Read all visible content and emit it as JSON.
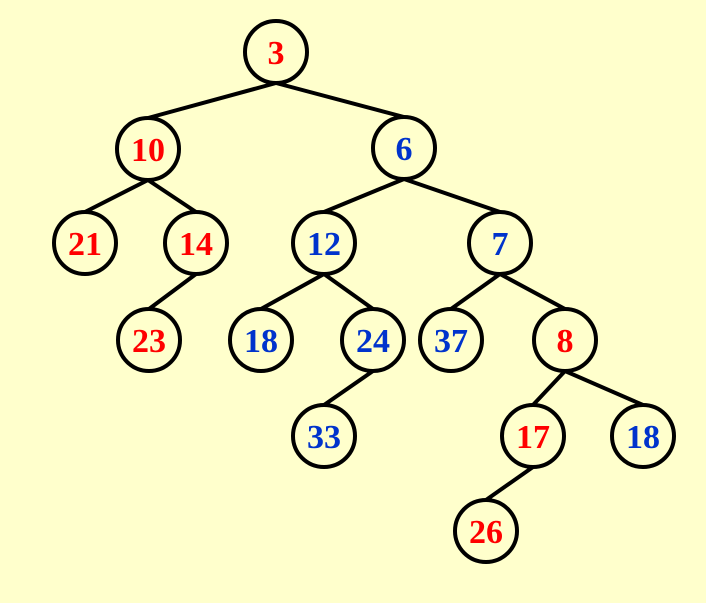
{
  "colors": {
    "background": "#FFFFCC",
    "red": "#FF0000",
    "blue": "#0033CC",
    "stroke": "#000000"
  },
  "tree": {
    "nodes": [
      {
        "id": "n3",
        "label": "3",
        "color": "red",
        "parent": null
      },
      {
        "id": "n10",
        "label": "10",
        "color": "red",
        "parent": "n3"
      },
      {
        "id": "n6",
        "label": "6",
        "color": "blue",
        "parent": "n3"
      },
      {
        "id": "n21",
        "label": "21",
        "color": "red",
        "parent": "n10"
      },
      {
        "id": "n14",
        "label": "14",
        "color": "red",
        "parent": "n10"
      },
      {
        "id": "n23",
        "label": "23",
        "color": "red",
        "parent": "n14"
      },
      {
        "id": "n12",
        "label": "12",
        "color": "blue",
        "parent": "n6"
      },
      {
        "id": "n7",
        "label": "7",
        "color": "blue",
        "parent": "n6"
      },
      {
        "id": "n18a",
        "label": "18",
        "color": "blue",
        "parent": "n12"
      },
      {
        "id": "n24",
        "label": "24",
        "color": "blue",
        "parent": "n12"
      },
      {
        "id": "n33",
        "label": "33",
        "color": "blue",
        "parent": "n24"
      },
      {
        "id": "n37",
        "label": "37",
        "color": "blue",
        "parent": "n7"
      },
      {
        "id": "n8",
        "label": "8",
        "color": "red",
        "parent": "n7"
      },
      {
        "id": "n17",
        "label": "17",
        "color": "red",
        "parent": "n8"
      },
      {
        "id": "n18b",
        "label": "18",
        "color": "blue",
        "parent": "n8"
      },
      {
        "id": "n26",
        "label": "26",
        "color": "red",
        "parent": "n17"
      }
    ]
  }
}
